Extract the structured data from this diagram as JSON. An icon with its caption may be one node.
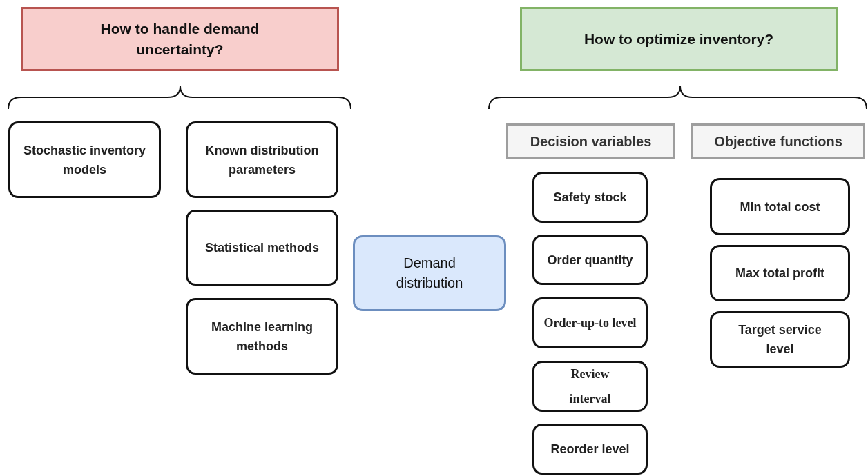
{
  "diagram": {
    "nodes": [
      {
        "text": [
          "How to handle demand uncertainty?"
        ]
      },
      {
        "text": [
          "How to optimize inventory?"
        ]
      },
      {
        "text": [
          "Stochastic inventory models"
        ]
      },
      {
        "text": [
          "Known distribution parameters"
        ]
      },
      {
        "text": [
          "Statistical methods"
        ]
      },
      {
        "text": [
          "Machine learning methods"
        ]
      },
      {
        "text": [
          "Demand distribution"
        ]
      },
      {
        "text": [
          "Decision variables"
        ]
      },
      {
        "text": [
          "Objective functions"
        ]
      },
      {
        "text": [
          "Safety stock"
        ]
      },
      {
        "text": [
          "Order quantity"
        ]
      },
      {
        "text": [
          "Order-up-to level"
        ]
      },
      {
        "text": [
          "Review interval"
        ]
      },
      {
        "text": [
          "Reorder level"
        ]
      },
      {
        "text": [
          "Min total cost"
        ]
      },
      {
        "text": [
          "Max total profit"
        ]
      },
      {
        "text": [
          "Target service level"
        ]
      }
    ]
  }
}
